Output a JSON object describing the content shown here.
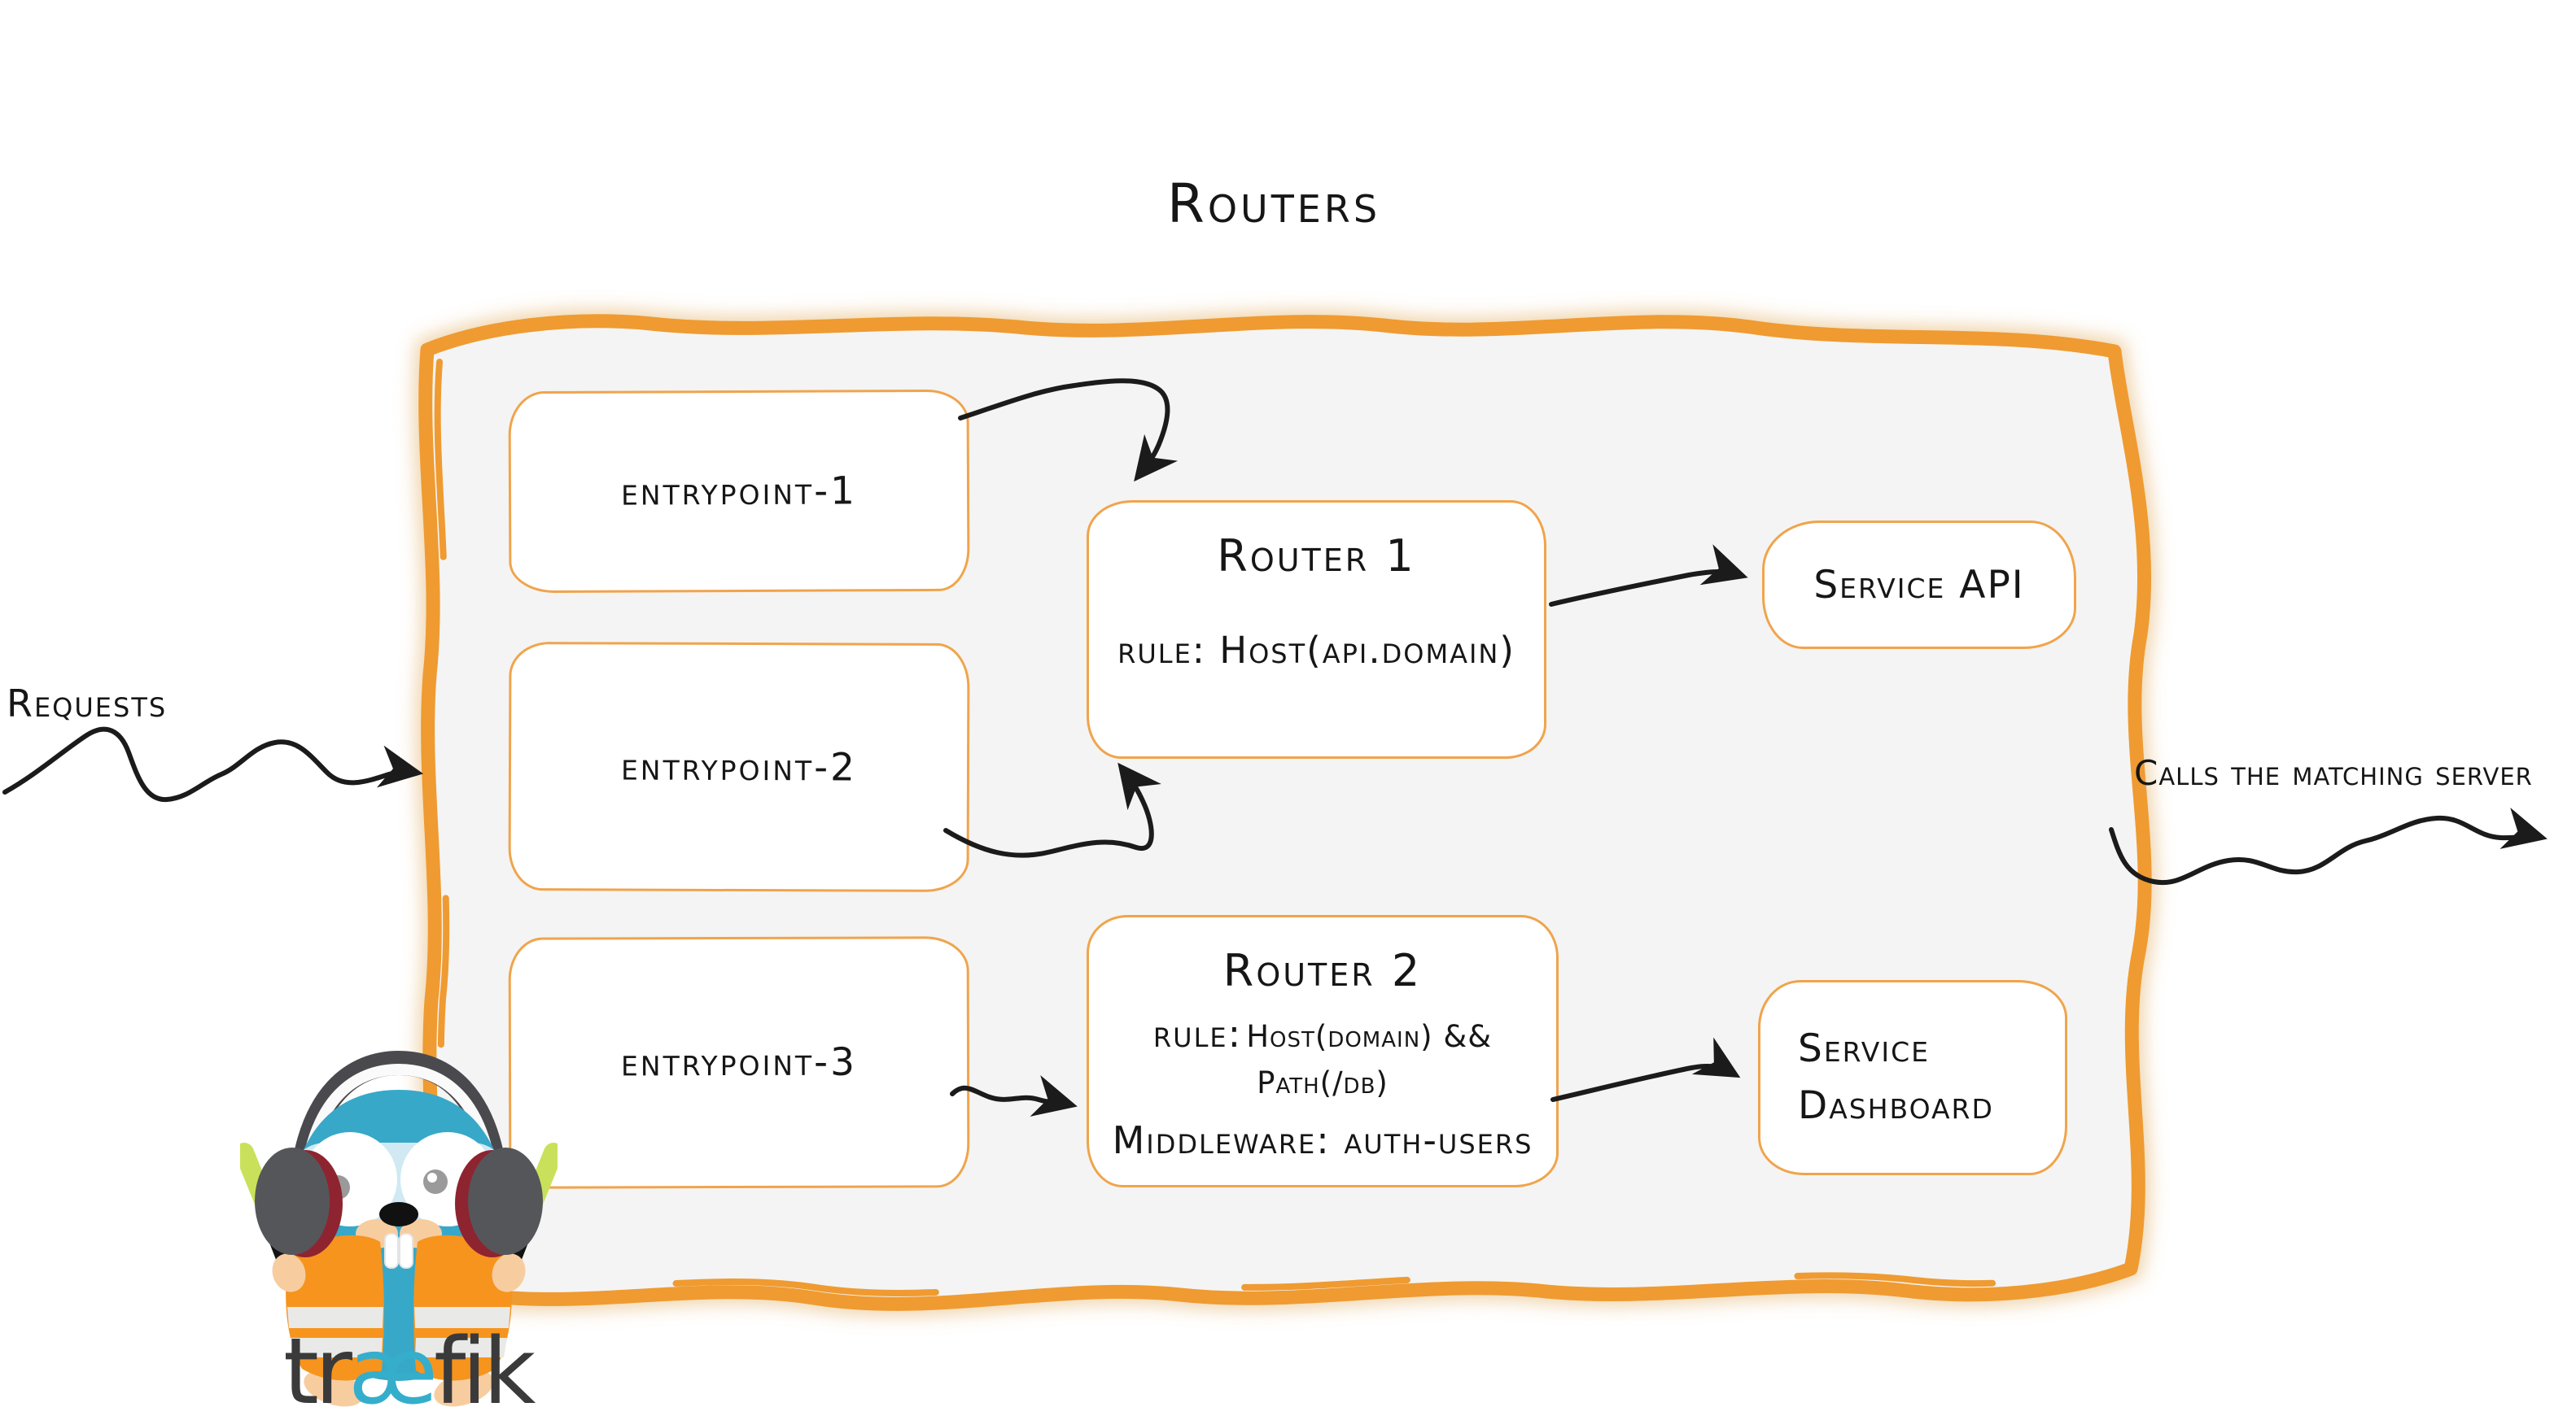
{
  "diagram": {
    "title": "Routers",
    "incoming_label": "Requests",
    "outgoing_label": "Calls the matching server",
    "entrypoints": {
      "ep1": "entrypoint-1",
      "ep2": "entrypoint-2",
      "ep3": "entrypoint-3"
    },
    "router1": {
      "name": "Router 1",
      "rule_label": "rule:",
      "rule_value": "Host(api.domain)"
    },
    "router2": {
      "name": "Router 2",
      "rule_label": "rule:",
      "rule_value": "Host(domain) && Path(/db)",
      "middleware_label": "Middleware:",
      "middleware_value": "auth-users"
    },
    "service_api": {
      "label": "Service API"
    },
    "service_dashboard": {
      "line1": "Service",
      "line2": "Dashboard"
    },
    "logo": {
      "part1": "tr",
      "part2": "æ",
      "part3": "fik"
    },
    "colors": {
      "frame_orange": "#EF9B31",
      "box_stroke_orange": "#F0A44C",
      "panel_gray": "#F4F4F4",
      "ink_black": "#1B1B1B",
      "gopher_blue": "#38A8C8",
      "vest_orange": "#F6941E",
      "baton_green": "#C9E15A",
      "wordmark_dark": "#3A3A3A",
      "wordmark_teal": "#35AECC"
    }
  }
}
